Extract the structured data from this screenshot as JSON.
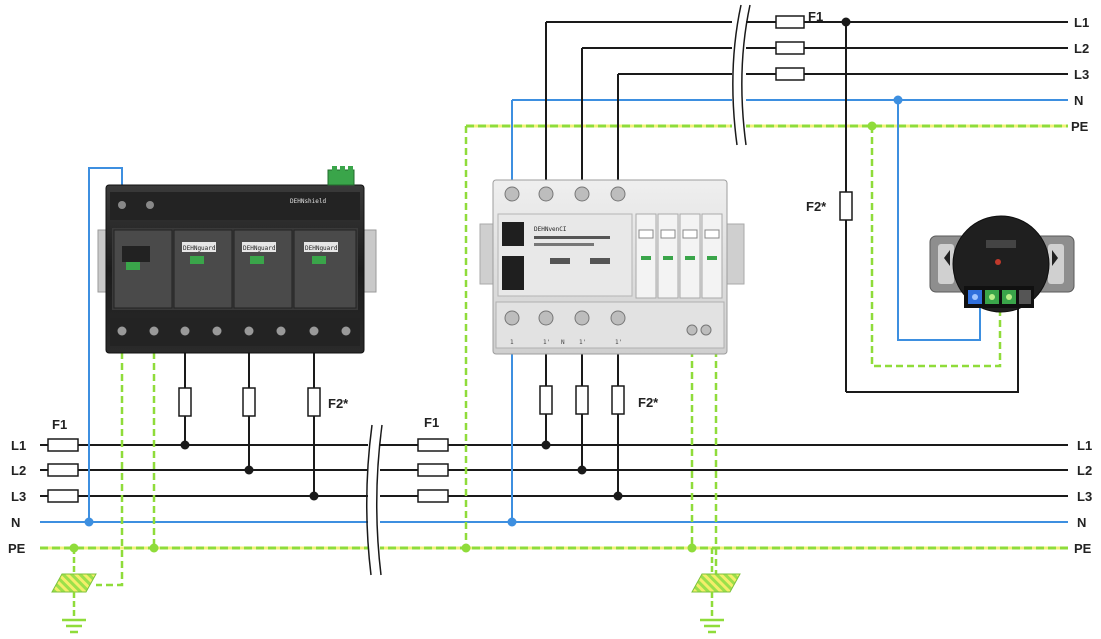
{
  "labels": {
    "fuse_f1": "F1",
    "fuse_f2": "F2*",
    "l1": "L1",
    "l2": "L2",
    "l3": "L3",
    "n": "N",
    "pe": "PE"
  },
  "device1": {
    "header": "DEHNshield",
    "module_label": "DEHNguard"
  },
  "device2": {
    "header": "DEHNvenCI",
    "terminal_marks": [
      "1",
      "1'",
      "N",
      "1'",
      "1'"
    ]
  },
  "colors": {
    "phase": "#1a1a1a",
    "neutral": "#3d8fe0",
    "pe_green": "#8fdc3a",
    "pe_yellow": "#f3f07a",
    "device_dark": "#1e1e1e",
    "device_light": "#d9d9d9",
    "terminal_green": "#3aa54a"
  },
  "icons": {
    "earth": "earth-ground-icon",
    "fuse": "fuse-icon",
    "junction": "junction-dot-icon",
    "break": "line-break-icon"
  }
}
